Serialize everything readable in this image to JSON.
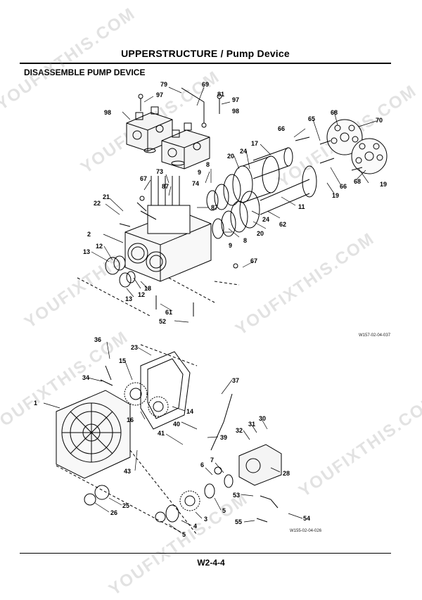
{
  "header": {
    "title": "UPPERSTRUCTURE / Pump Device"
  },
  "section": {
    "heading": "DISASSEMBLE PUMP DEVICE"
  },
  "figure_top": {
    "code": "W157-02-04-037",
    "labels": [
      "79",
      "69",
      "81",
      "97",
      "97",
      "98",
      "98",
      "68",
      "65",
      "66",
      "70",
      "17",
      "20",
      "24",
      "8",
      "9",
      "74",
      "73",
      "87",
      "67",
      "21",
      "22",
      "87",
      "11",
      "62",
      "24",
      "20",
      "19",
      "66",
      "68",
      "19",
      "2",
      "12",
      "13",
      "18",
      "12",
      "13",
      "9",
      "8",
      "61",
      "52",
      "67"
    ]
  },
  "figure_bottom": {
    "code": "W155-02-04-026",
    "labels": [
      "36",
      "23",
      "15",
      "34",
      "37",
      "1",
      "16",
      "14",
      "40",
      "30",
      "31",
      "32",
      "39",
      "41",
      "28",
      "7",
      "6",
      "43",
      "53",
      "25",
      "26",
      "3",
      "4",
      "5",
      "5",
      "54",
      "55"
    ]
  },
  "footer": {
    "page_number": "W2-4-4"
  },
  "watermark": {
    "text": "YOUFIXTHIS.COM"
  }
}
